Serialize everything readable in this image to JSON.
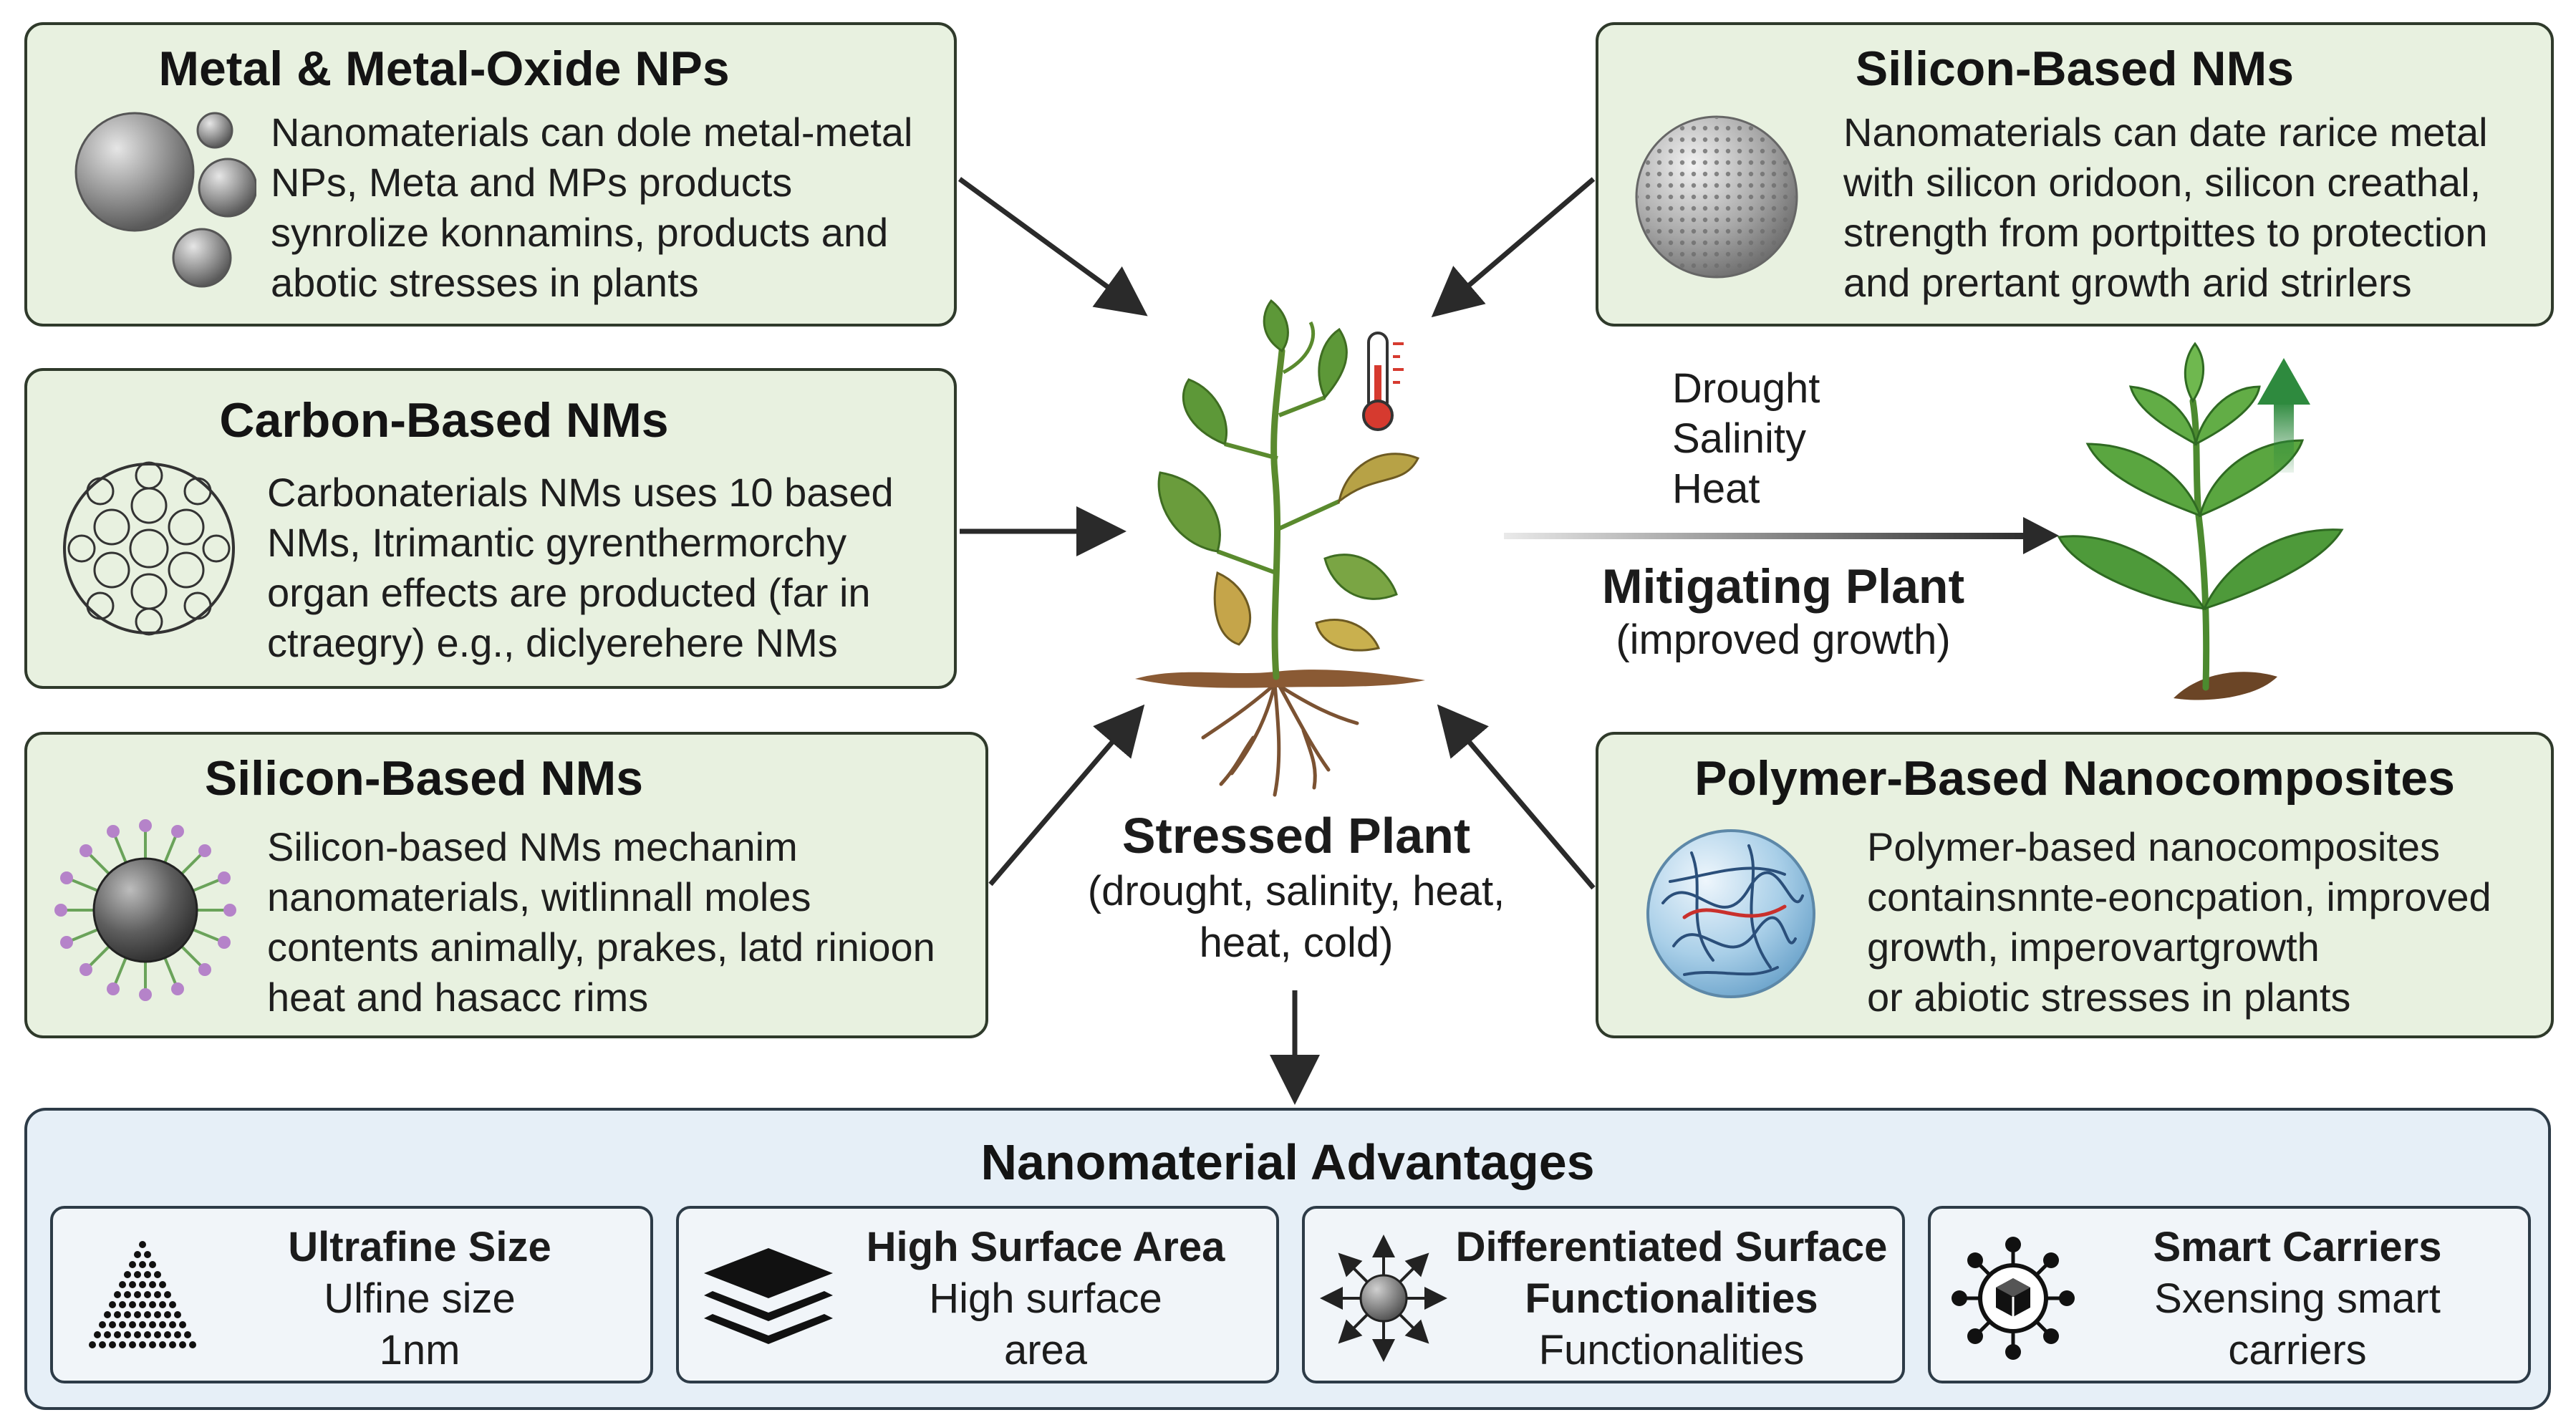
{
  "boxes": {
    "metal": {
      "title": "Metal & Metal-Oxide NPs",
      "lines": [
        "Nanomaterials can dole metal-metal",
        "NPs, Meta and MPs products",
        "synrolize konnamins, products and",
        "abotic stresses in plants"
      ]
    },
    "carbon": {
      "title": "Carbon-Based NMs",
      "lines": [
        "Carbonaterials NMs uses 10 based",
        "NMs, Itrimantic gyrenthermorchy",
        "organ effects are producted (far in",
        "ctraegry) e.g., diclyerehere NMs"
      ]
    },
    "silicon_left": {
      "title": "Silicon-Based NMs",
      "lines": [
        "Silicon-based NMs mechanim",
        "nanomaterials, witlinnall moles",
        "contents animally, prakes, latd rinioon",
        "heat and hasacc rims"
      ]
    },
    "silicon_right": {
      "title": "Silicon-Based NMs",
      "lines": [
        "Nanomaterials can date rarice metal",
        "with silicon oridoon, silicon creathal,",
        "strength from portpittes to protection",
        "and prertant growth arid strirlers"
      ]
    },
    "polymer": {
      "title": "Polymer-Based Nanocomposites",
      "lines": [
        "Polymer-based nanocomposites",
        "containsnnte-eoncpation, improved",
        "growth, imperovartgrowth",
        "or abiotic stresses in plants"
      ]
    }
  },
  "center": {
    "stressed_title": "Stressed Plant",
    "stressed_lines": [
      "(drought, salinity, heat,",
      "heat, cold)"
    ],
    "stressors": [
      "Drought",
      "Salinity",
      "Heat"
    ],
    "mitigating_title": "Mitigating Plant",
    "mitigating_sub": "(improved growth)"
  },
  "advantages": {
    "title": "Nanomaterial Advantages",
    "cards": [
      {
        "heading": [
          "Ultrafine Size"
        ],
        "body": [
          "Ulfine size",
          "1nm"
        ],
        "icon": "pyramid-dots-icon"
      },
      {
        "heading": [
          "High Surface Area"
        ],
        "body": [
          "High surface",
          "area"
        ],
        "icon": "layers-icon"
      },
      {
        "heading": [
          "Differentiated Surface",
          "Functionalities"
        ],
        "body": [
          "Functionalities"
        ],
        "icon": "radial-arrows-icon"
      },
      {
        "heading": [
          "Smart Carriers"
        ],
        "body": [
          "Sxensing smart",
          "carriers"
        ],
        "icon": "cube-network-icon"
      }
    ]
  },
  "colors": {
    "box_fill": "#e8f1e0",
    "adv_fill": "#e6eff7",
    "leaf_green": "#4e9a3a",
    "arrow": "#2a2a2a"
  }
}
